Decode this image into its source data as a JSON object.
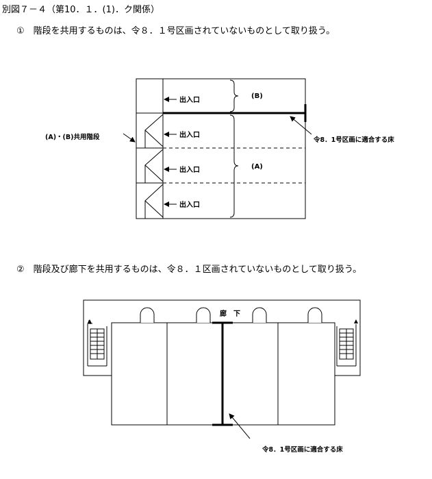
{
  "heading": "別図７－４（第10．１．(1)．ク関係）",
  "figure1": {
    "caption": "①　階段を共用するものは、令８．１号区画されていないものとして取り扱う。",
    "entrance_label": "出入口",
    "label_b": "(B)",
    "label_a": "(A)",
    "shared_stair_label": "(A)・(B)共用階段",
    "floor_label": "令8．1号区画に適合する床"
  },
  "figure2": {
    "caption": "②　階段及び廊下を共用するものは、令８．１区画されていないものとして取り扱う。",
    "corridor_label": "廊　下",
    "floor_label": "令8．1号区画に適合する床"
  }
}
